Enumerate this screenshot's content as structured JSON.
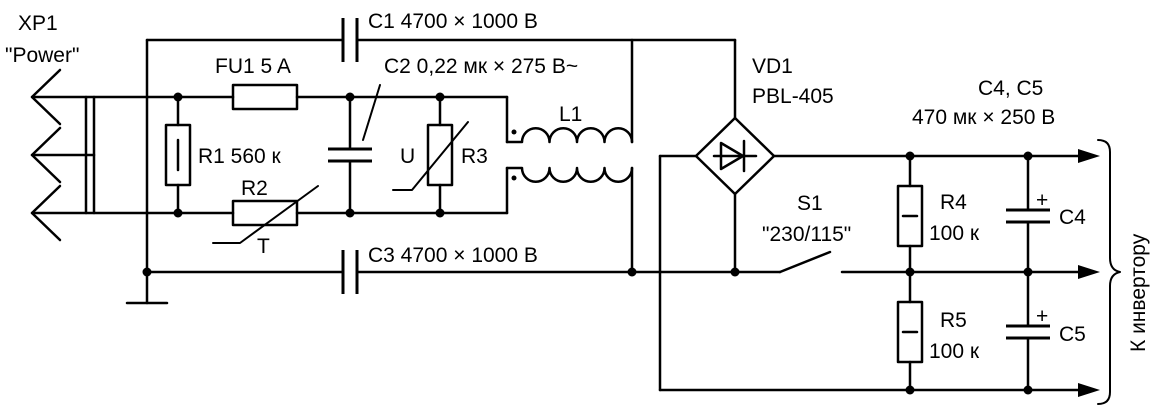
{
  "labels": {
    "xp1": "XP1",
    "xp1_name": "\"Power\"",
    "fu1": "FU1 5 A",
    "c1": "C1 4700 × 1000 B",
    "c2": "C2 0,22 мк × 275 B~",
    "r1": "R1 560 к",
    "r2": "R2",
    "r2_t": "T",
    "u": "U",
    "r3": "R3",
    "l1": "L1",
    "c3": "C3 4700 × 1000 B",
    "vd1": "VD1",
    "vd1_type": "PBL-405",
    "c4c5": "C4, C5",
    "c4c5_value": "470 мк × 250 B",
    "s1": "S1",
    "s1_name": "\"230/115\"",
    "r4": "R4",
    "r4_value": "100 к",
    "c4": "C4",
    "r5": "R5",
    "r5_value": "100 к",
    "c5": "C5",
    "output": "К инвертору",
    "plus_c4": "+",
    "plus_c5": "+"
  }
}
